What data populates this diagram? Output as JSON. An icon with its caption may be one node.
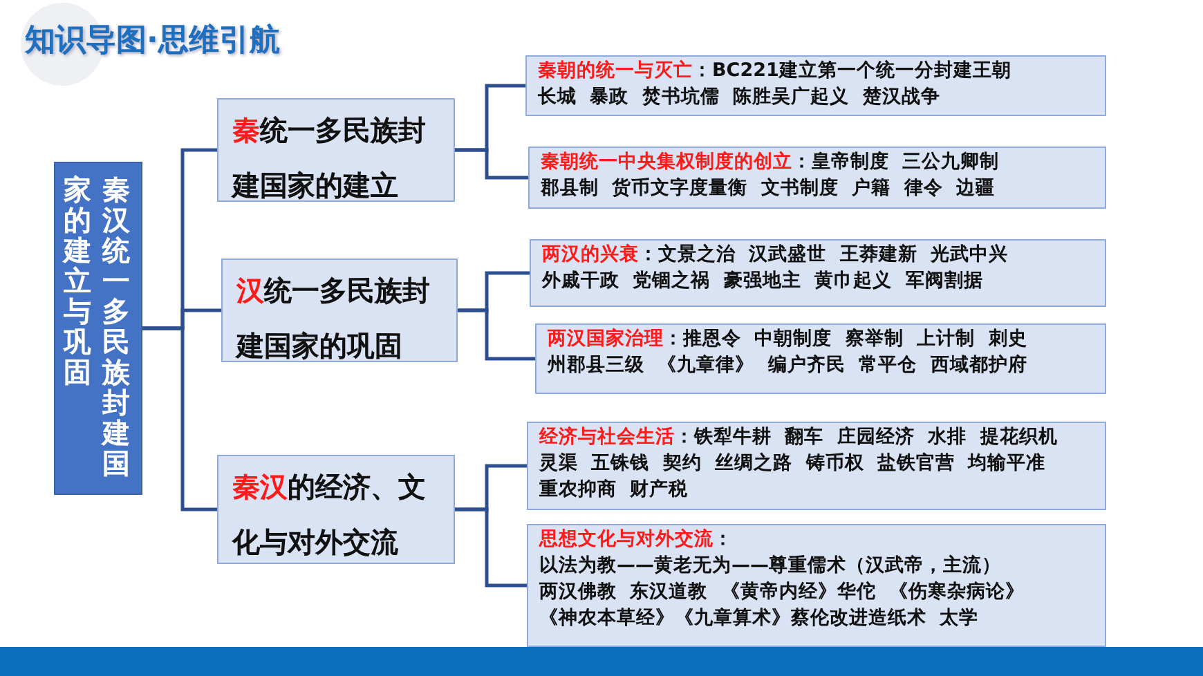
{
  "diagram": {
    "title": "知识导图·思维引航",
    "nodes": [
      {
        "text": [
          "秦汉统一多民族封建国家的建立与巩固"
        ]
      },
      {
        "text": [
          "秦",
          "统一多民族封建国家的建立"
        ]
      },
      {
        "text": [
          "汉",
          "统一多民族封建国家的巩固"
        ]
      },
      {
        "text": [
          "秦汉",
          "的经济、文化与对外交流"
        ]
      },
      {
        "text": [
          "秦朝的统一与灭亡",
          "：BC221建立第一个统一分封建王朝长城 暴政 焚书坑儒 陈胜吴广起义 楚汉战争"
        ]
      },
      {
        "text": [
          "秦朝统一中央集权制度的创立",
          "：皇帝制度 三公九卿制郡县制 货币文字度量衡 文书制度 户籍 律令 边疆"
        ]
      },
      {
        "text": [
          "两汉的兴衰",
          "：文景之治 汉武盛世 王莽建新 光武中兴外戚干政 党锢之祸 豪强地主 黄巾起义 军阀割据"
        ]
      },
      {
        "text": [
          "两汉国家治理",
          "：推恩令 中朝制度 察举制 上计制 刺史州郡县三级 《九章律》 编户齐民 常平仓 西域都护府"
        ]
      },
      {
        "text": [
          "经济与社会生活",
          "：铁犁牛耕 翻车 庄园经济 水排 提花织机灵渠 五铢钱 契约 丝绸之路 铸币权 盐铁官营 均输平准重农抑商 财产税"
        ]
      },
      {
        "text": [
          "思想文化与对外交流",
          "：",
          "以法为教——黄老无为——尊重儒术（汉武帝，主流）两汉佛教 东汉道教 《黄帝内经》华佗 《伤寒杂病论》《神农本草经》《九章算术》蔡伦改进造纸术 太学"
        ]
      }
    ],
    "edges": [
      {
        "from": 0,
        "to": 1,
        "arrow": "none"
      },
      {
        "from": 0,
        "to": 2,
        "arrow": "none"
      },
      {
        "from": 0,
        "to": 3,
        "arrow": "none"
      },
      {
        "from": 1,
        "to": 4,
        "arrow": "none"
      },
      {
        "from": 1,
        "to": 5,
        "arrow": "none"
      },
      {
        "from": 2,
        "to": 6,
        "arrow": "none"
      },
      {
        "from": 2,
        "to": 7,
        "arrow": "none"
      },
      {
        "from": 3,
        "to": 8,
        "arrow": "none"
      },
      {
        "from": 3,
        "to": 9,
        "arrow": "none"
      }
    ]
  }
}
